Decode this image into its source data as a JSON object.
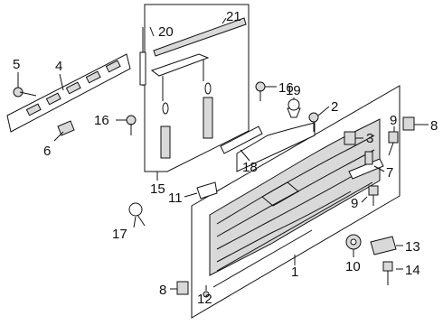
{
  "diagram": {
    "callouts": [
      "1",
      "2",
      "3",
      "4",
      "5",
      "6",
      "7",
      "8",
      "8",
      "9",
      "9",
      "10",
      "11",
      "12",
      "13",
      "14",
      "15",
      "16",
      "16",
      "17",
      "18",
      "19",
      "20",
      "21"
    ]
  }
}
